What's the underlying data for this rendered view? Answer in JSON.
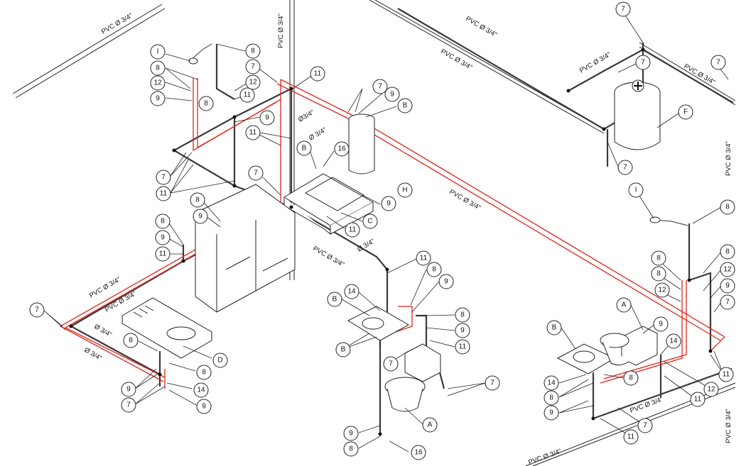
{
  "pipe_labels": {
    "pvc": "PVC Ø 3/4\"",
    "d34": "Ø 3/4\"",
    "d34_compact": "Ø3/4\""
  },
  "bubble_labels": {
    "n7": "7",
    "n8": "8",
    "n9": "9",
    "n11": "11",
    "n12": "12",
    "n14": "14",
    "n16": "16",
    "A": "A",
    "B": "B",
    "C": "C",
    "D": "D",
    "F": "F",
    "H": "H",
    "I": "I"
  },
  "colors": {
    "cold_pipe": "#3a3a3a",
    "hot_pipe": "#e2231a",
    "linework": "#222222",
    "background": "#ffffff"
  },
  "icons": {
    "tank_cap": "plus-in-circle-icon",
    "shower_head": "shower-head-icon"
  }
}
